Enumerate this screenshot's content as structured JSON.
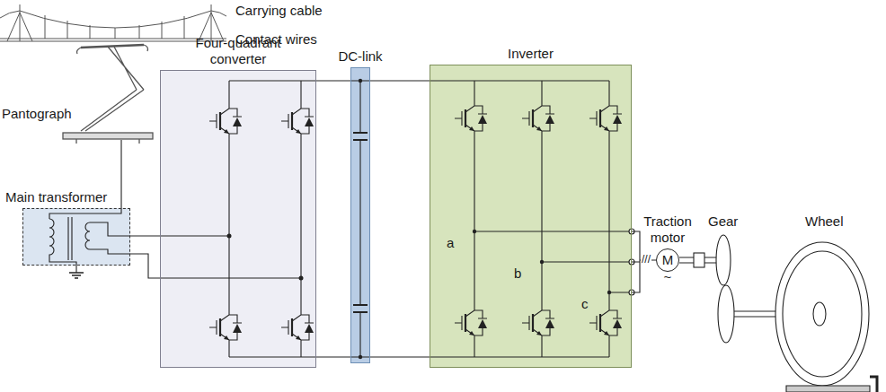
{
  "diagram": {
    "nodes": [
      {
        "text": [
          "Main transformer"
        ]
      },
      {
        "text": [
          "Four-quadrant converter"
        ]
      },
      {
        "text": [
          "DC-link"
        ]
      },
      {
        "text": [
          "Inverter"
        ]
      },
      {
        "text": [
          "Traction motor",
          "M",
          "~"
        ]
      }
    ],
    "edges": [
      {
        "from": 0,
        "to": 1,
        "arrow": "none"
      },
      {
        "from": 1,
        "to": 2,
        "arrow": "none"
      },
      {
        "from": 2,
        "to": 3,
        "arrow": "none"
      },
      {
        "from": 3,
        "to": 4,
        "arrow": "none"
      }
    ],
    "labels": [
      "Carrying cable",
      "Contact wires",
      "Pantograph",
      "a",
      "b",
      "c",
      "///",
      "Gear",
      "Wheel"
    ]
  }
}
